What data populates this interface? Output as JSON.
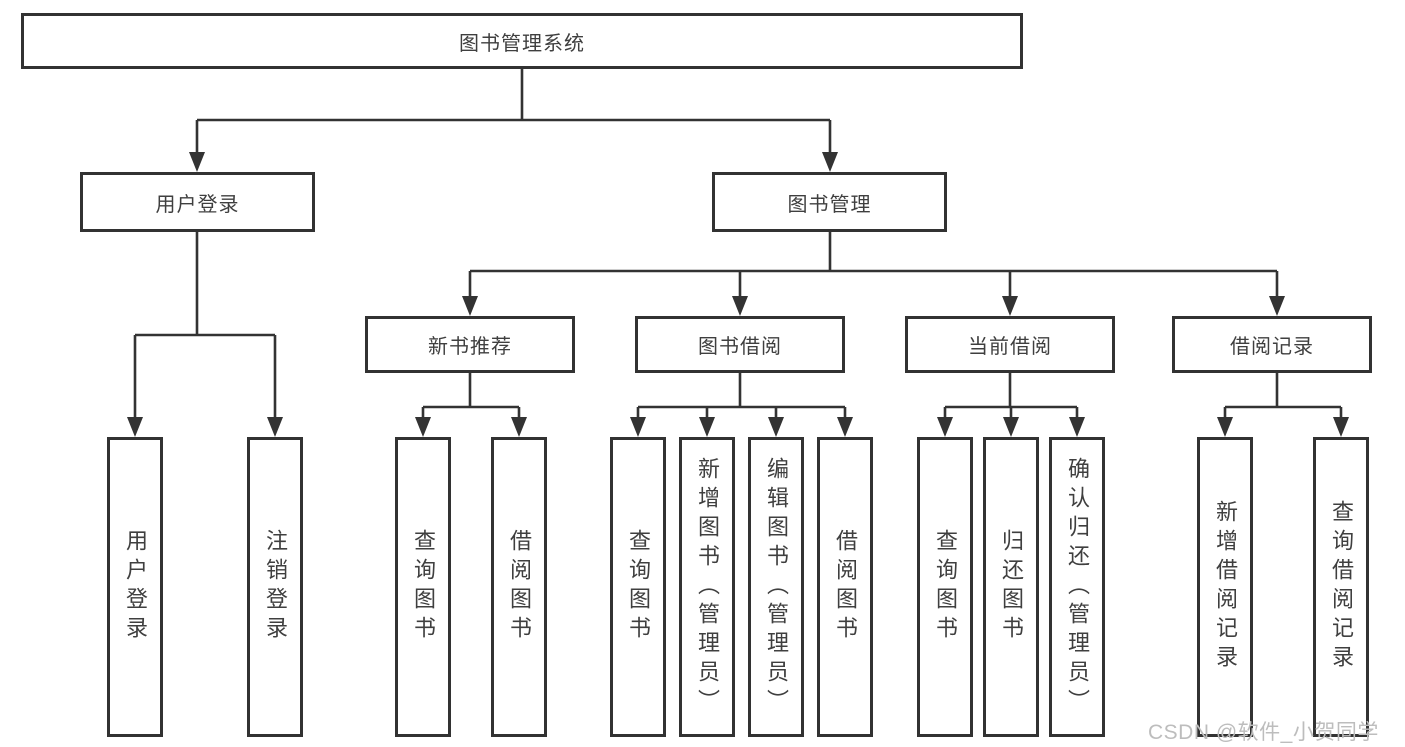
{
  "diagram": {
    "title": "图书管理系统",
    "type": "hierarchy-tree",
    "colors": {
      "line": "#333333",
      "border": "#323232",
      "text": "#3f3f3f",
      "background": "#ffffff",
      "watermark": "#bdbdbd"
    },
    "watermark": "CSDN @软件_小贺同学"
  },
  "nodes": {
    "root": {
      "label": "图书管理系统"
    },
    "login": {
      "label": "用户登录"
    },
    "book_mgmt": {
      "label": "图书管理"
    },
    "new_book": {
      "label": "新书推荐"
    },
    "book_borrow": {
      "label": "图书借阅"
    },
    "current_borrow": {
      "label": "当前借阅"
    },
    "borrow_records": {
      "label": "借阅记录"
    },
    "leaf_user_login": {
      "label": "用户登录"
    },
    "leaf_logout": {
      "label": "注销登录"
    },
    "leaf_nb_query": {
      "label": "查询图书"
    },
    "leaf_nb_borrow": {
      "label": "借阅图书"
    },
    "leaf_bb_query": {
      "label": "查询图书"
    },
    "leaf_bb_add": {
      "label": "新增图书（管理员）"
    },
    "leaf_bb_edit": {
      "label": "编辑图书（管理员）"
    },
    "leaf_bb_borrow": {
      "label": "借阅图书"
    },
    "leaf_cb_query": {
      "label": "查询图书"
    },
    "leaf_cb_return": {
      "label": "归还图书"
    },
    "leaf_cb_confirm": {
      "label": "确认归还（管理员）"
    },
    "leaf_br_add": {
      "label": "新增借阅记录"
    },
    "leaf_br_query": {
      "label": "查询借阅记录"
    }
  },
  "edges": [
    {
      "from": "root",
      "to": "login"
    },
    {
      "from": "root",
      "to": "book_mgmt"
    },
    {
      "from": "login",
      "to": "leaf_user_login"
    },
    {
      "from": "login",
      "to": "leaf_logout"
    },
    {
      "from": "book_mgmt",
      "to": "new_book"
    },
    {
      "from": "book_mgmt",
      "to": "book_borrow"
    },
    {
      "from": "book_mgmt",
      "to": "current_borrow"
    },
    {
      "from": "book_mgmt",
      "to": "borrow_records"
    },
    {
      "from": "new_book",
      "to": "leaf_nb_query"
    },
    {
      "from": "new_book",
      "to": "leaf_nb_borrow"
    },
    {
      "from": "book_borrow",
      "to": "leaf_bb_query"
    },
    {
      "from": "book_borrow",
      "to": "leaf_bb_add"
    },
    {
      "from": "book_borrow",
      "to": "leaf_bb_edit"
    },
    {
      "from": "book_borrow",
      "to": "leaf_bb_borrow"
    },
    {
      "from": "current_borrow",
      "to": "leaf_cb_query"
    },
    {
      "from": "current_borrow",
      "to": "leaf_cb_return"
    },
    {
      "from": "current_borrow",
      "to": "leaf_cb_confirm"
    },
    {
      "from": "borrow_records",
      "to": "leaf_br_add"
    },
    {
      "from": "borrow_records",
      "to": "leaf_br_query"
    }
  ]
}
